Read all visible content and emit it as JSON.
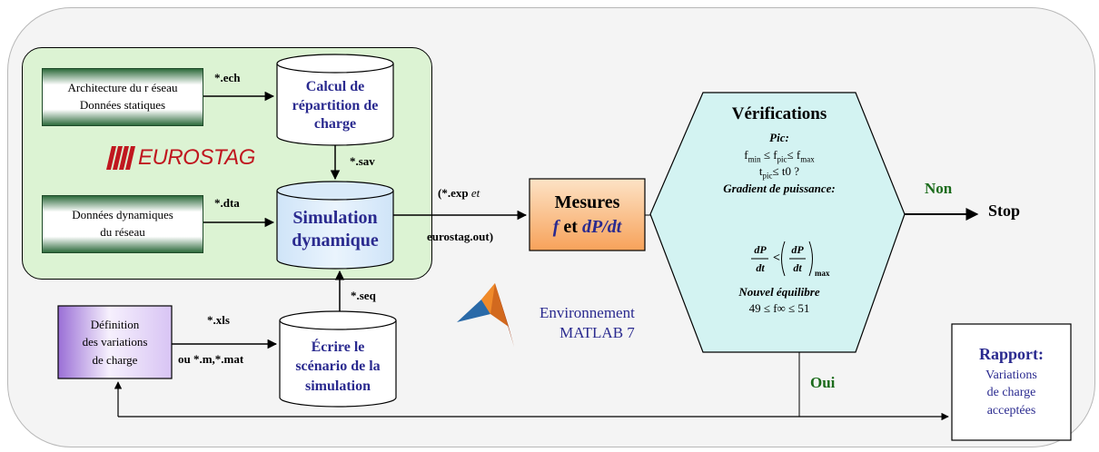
{
  "nodes": {
    "architecture": {
      "line1": "Architecture du r éseau",
      "line2": "Données statiques"
    },
    "donnees_dyn": {
      "line1": "Données dynamiques",
      "line2": "du réseau"
    },
    "definition": {
      "line1": "Définition",
      "line2": "des variations",
      "line3": "de charge"
    },
    "calcul": {
      "line1": "Calcul de",
      "line2": "répartition de",
      "line3": "charge"
    },
    "simulation": {
      "line1": "Simulation",
      "line2": "dynamique"
    },
    "ecrire": {
      "line1": "Écrire le",
      "line2": "scénario de la",
      "line3": "simulation"
    },
    "mesures": {
      "line1": "Mesures",
      "f": "f",
      "et": "et",
      "dpdt": "dP/dt"
    },
    "verifications": {
      "title": "Vérifications",
      "pic": "Pic:",
      "cond1": "fmin ≤ fpic≤ fmax",
      "cond2": "tpic≤  t0 ?",
      "gradient": "Gradient de puissance:",
      "nouvel": "Nouvel équilibre",
      "cond3": "49 ≤  f∞  ≤ 51"
    },
    "stop": "Stop",
    "rapport": {
      "title": "Rapport:",
      "line1": "Variations",
      "line2": "de charge",
      "line3": "acceptées"
    }
  },
  "edge_labels": {
    "ech": "*.ech",
    "sav": "*.sav",
    "dta": "*.dta",
    "seq": "*.seq",
    "xls": "*.xls",
    "m_mat": "ou *.m,*.mat",
    "exp": "(*.exp",
    "exp_et": "et",
    "eurostag_out": "eurostag.out)",
    "non": "Non",
    "oui": "Oui"
  },
  "logos": {
    "eurostag": "EUROSTAG",
    "matlab_line1": "Environnement",
    "matlab_line2": "MATLAB 7"
  },
  "colors": {
    "green_panel": "#dcf3d3",
    "box_gradient_dark": "#2e6b3c",
    "cylinder_highlight": "#d4e8fa",
    "mesures_orange": "#f7a25a",
    "definition_purple": "#b690e6",
    "hexagon_cyan": "#d3f3f2",
    "text_blue": "#2a2a8f",
    "text_green": "#1b6b1b",
    "eurostag_red": "#c0171f"
  }
}
